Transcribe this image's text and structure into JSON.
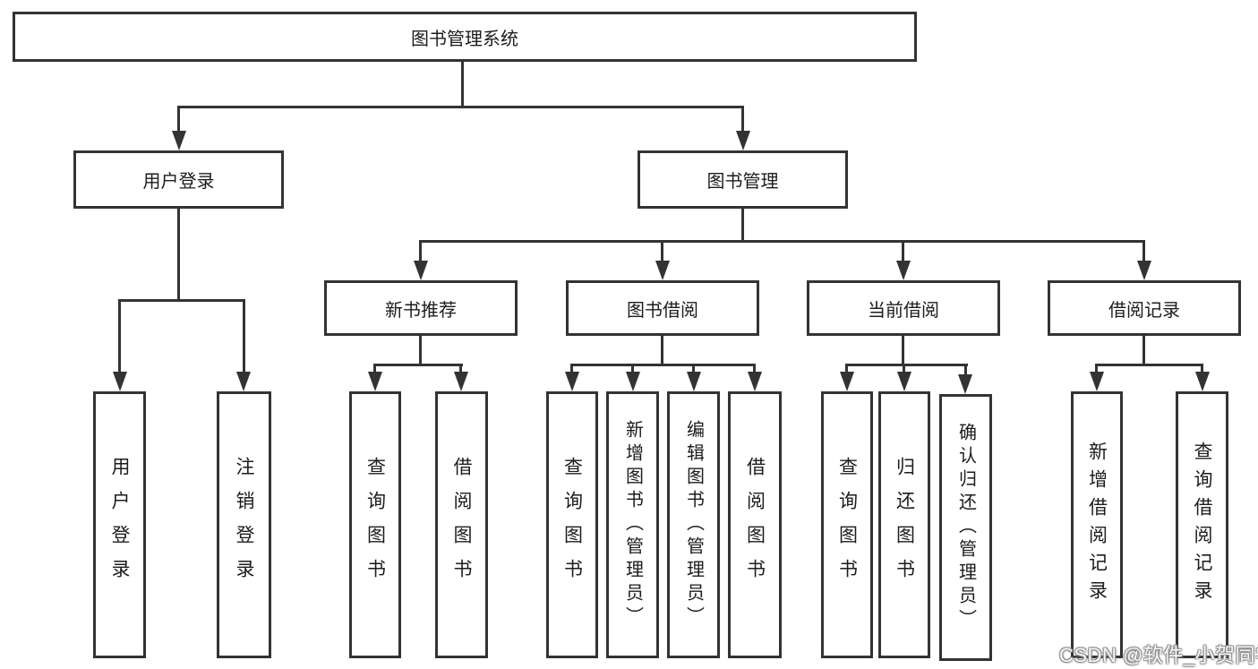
{
  "nodes": {
    "root": "图书管理系统",
    "user_login": "用户登录",
    "book_management": "图书管理",
    "new_book_recommend": "新书推荐",
    "book_borrowing": "图书借阅",
    "current_borrowing": "当前借阅",
    "borrowing_records": "借阅记录",
    "login_children": {
      "user_login": "用户登录",
      "logout": "注销登录"
    },
    "recommend_children": {
      "query_books": "查询图书",
      "borrow_books": "借阅图书"
    },
    "borrowing_children": {
      "query_books": "查询图书",
      "add_books_admin": "新增图书（管理员）",
      "edit_books_admin": "编辑图书（管理员）",
      "borrow_books": "借阅图书"
    },
    "current_children": {
      "query_books": "查询图书",
      "return_books": "归还图书",
      "confirm_return_admin": "确认归还（管理员）"
    },
    "records_children": {
      "add_record": "新增借阅记录",
      "query_record": "查询借阅记录"
    }
  },
  "watermark": {
    "text": "CSDN @软件_小贺同学"
  },
  "colors": {
    "line": "#333333",
    "box_border": "#333333",
    "box_background": "#ffffff",
    "page_background": "#ffffff",
    "text": "#1c1c1c",
    "watermark_text": "#f8f8f8",
    "watermark_outline": "#8a8a8a"
  }
}
